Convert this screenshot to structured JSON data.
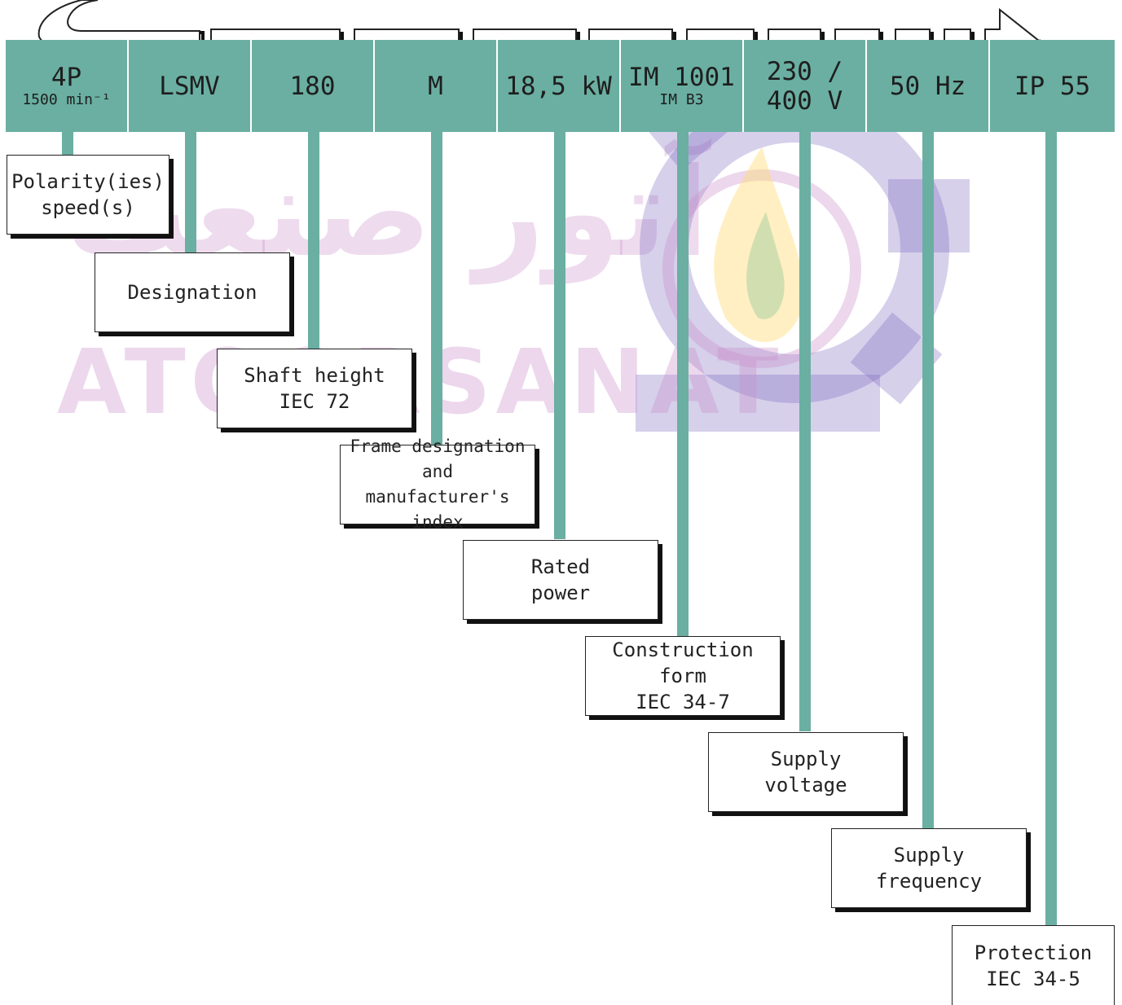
{
  "header": {
    "cells": [
      {
        "main": "4P",
        "sub": "1500 min⁻¹"
      },
      {
        "main": "LSMV",
        "sub": ""
      },
      {
        "main": "180",
        "sub": ""
      },
      {
        "main": "M",
        "sub": ""
      },
      {
        "main": "18,5 kW",
        "sub": ""
      },
      {
        "main": "IM 1001",
        "sub": "IM B3"
      },
      {
        "main": "230 /\n400 V",
        "sub": ""
      },
      {
        "main": "50 Hz",
        "sub": ""
      },
      {
        "main": "IP 55",
        "sub": ""
      }
    ]
  },
  "labels": [
    "Polarity(ies)\nspeed(s)",
    "Designation",
    "Shaft height\nIEC 72",
    "Frame designation\nand manufacturer's\nindex",
    "Rated\npower",
    "Construction\nform\nIEC 34-7",
    "Supply\nvoltage",
    "Supply\nfrequency",
    "Protection\nIEC 34-5"
  ],
  "watermark": {
    "latin": "ATOORSANAT",
    "persian": "آتور صنعت"
  },
  "colors": {
    "teal": "#6aafa2",
    "watermark": "#c88cc8"
  }
}
